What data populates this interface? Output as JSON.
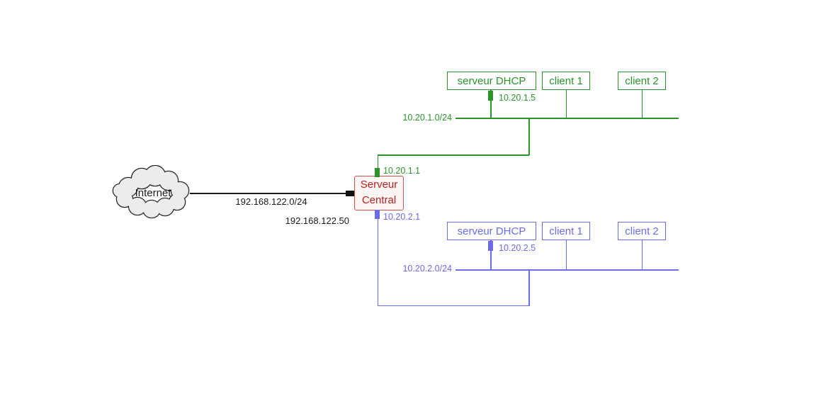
{
  "diagram": {
    "internet": {
      "label": "Internet"
    },
    "wan": {
      "subnet": "192.168.122.0/24",
      "server_ip": "192.168.122.50"
    },
    "router": {
      "name_line1": "Serveur",
      "name_line2": "Central"
    },
    "network1": {
      "subnet": "10.20.1.0/24",
      "gateway_ip": "10.20.1.1",
      "dhcp": {
        "label": "serveur DHCP",
        "ip": "10.20.1.5"
      },
      "clients": [
        {
          "label": "client 1"
        },
        {
          "label": "client 2"
        }
      ]
    },
    "network2": {
      "subnet": "10.20.2.0/24",
      "gateway_ip": "10.20.2.1",
      "dhcp": {
        "label": "serveur DHCP",
        "ip": "10.20.2.5"
      },
      "clients": [
        {
          "label": "client 1"
        },
        {
          "label": "client 2"
        }
      ]
    },
    "colors": {
      "lan1_green": "#2a942a",
      "lan2_blue": "#6b6bee",
      "router_border_red": "#c4564c",
      "router_text_red": "#bb1f1b",
      "wan_black": "#1a1a1a",
      "cloud_fill": "#ececec"
    }
  }
}
